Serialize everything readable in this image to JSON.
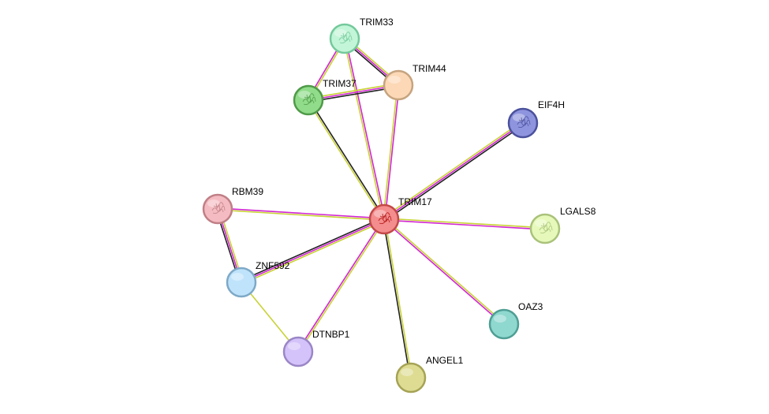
{
  "edge_colors": {
    "textmining": "#c8d236",
    "experiments": "#d125d1",
    "coexpression": "#222222",
    "database": "#3fb3c7",
    "homology": "#8a6fd6"
  },
  "nodes": [
    {
      "id": "TRIM17",
      "label": "TRIM17",
      "fill": "#f48d8d",
      "stroke": "#c44848",
      "icon": "protein-structure-icon",
      "query": true
    },
    {
      "id": "TRIM33",
      "label": "TRIM33",
      "fill": "#c3f5d8",
      "stroke": "#74c99b",
      "icon": "protein-structure-icon"
    },
    {
      "id": "TRIM37",
      "label": "TRIM37",
      "fill": "#90dc8a",
      "stroke": "#4f9a48",
      "icon": "protein-structure-icon"
    },
    {
      "id": "TRIM44",
      "label": "TRIM44",
      "fill": "#fcd8b6",
      "stroke": "#c6a47f",
      "icon": ""
    },
    {
      "id": "EIF4H",
      "label": "EIF4H",
      "fill": "#8e94de",
      "stroke": "#4b519c",
      "icon": "protein-structure-icon"
    },
    {
      "id": "RBM39",
      "label": "RBM39",
      "fill": "#f4bcc2",
      "stroke": "#c07f86",
      "icon": "protein-structure-icon"
    },
    {
      "id": "LGALS8",
      "label": "LGALS8",
      "fill": "#e6f9bb",
      "stroke": "#a9c27a",
      "icon": "protein-structure-icon"
    },
    {
      "id": "ZNF592",
      "label": "ZNF592",
      "fill": "#bfe3fb",
      "stroke": "#7ea9c7",
      "icon": ""
    },
    {
      "id": "OAZ3",
      "label": "OAZ3",
      "fill": "#8ed8cf",
      "stroke": "#4e9e94",
      "icon": ""
    },
    {
      "id": "DTNBP1",
      "label": "DTNBP1",
      "fill": "#d4c3fa",
      "stroke": "#9a86c6",
      "icon": ""
    },
    {
      "id": "ANGEL1",
      "label": "ANGEL1",
      "fill": "#dedc92",
      "stroke": "#a5a355",
      "icon": ""
    }
  ],
  "edges": [
    {
      "source": "TRIM17",
      "target": "TRIM33",
      "types": [
        "textmining",
        "experiments"
      ]
    },
    {
      "source": "TRIM17",
      "target": "TRIM37",
      "types": [
        "textmining",
        "coexpression"
      ]
    },
    {
      "source": "TRIM17",
      "target": "TRIM44",
      "types": [
        "textmining",
        "experiments"
      ]
    },
    {
      "source": "TRIM17",
      "target": "EIF4H",
      "types": [
        "textmining",
        "experiments",
        "coexpression"
      ]
    },
    {
      "source": "TRIM17",
      "target": "RBM39",
      "types": [
        "textmining",
        "experiments"
      ]
    },
    {
      "source": "TRIM17",
      "target": "LGALS8",
      "types": [
        "textmining",
        "experiments"
      ]
    },
    {
      "source": "TRIM17",
      "target": "ZNF592",
      "types": [
        "textmining",
        "experiments",
        "coexpression"
      ]
    },
    {
      "source": "TRIM17",
      "target": "OAZ3",
      "types": [
        "textmining",
        "experiments"
      ]
    },
    {
      "source": "TRIM17",
      "target": "DTNBP1",
      "types": [
        "textmining",
        "experiments"
      ]
    },
    {
      "source": "TRIM17",
      "target": "ANGEL1",
      "types": [
        "textmining",
        "coexpression"
      ]
    },
    {
      "source": "TRIM33",
      "target": "TRIM37",
      "types": [
        "textmining",
        "experiments"
      ]
    },
    {
      "source": "TRIM33",
      "target": "TRIM44",
      "types": [
        "textmining",
        "experiments",
        "coexpression"
      ]
    },
    {
      "source": "TRIM37",
      "target": "TRIM44",
      "types": [
        "textmining",
        "experiments",
        "coexpression"
      ]
    },
    {
      "source": "RBM39",
      "target": "ZNF592",
      "types": [
        "textmining",
        "experiments",
        "coexpression"
      ]
    },
    {
      "source": "ZNF592",
      "target": "DTNBP1",
      "types": [
        "textmining"
      ]
    }
  ]
}
